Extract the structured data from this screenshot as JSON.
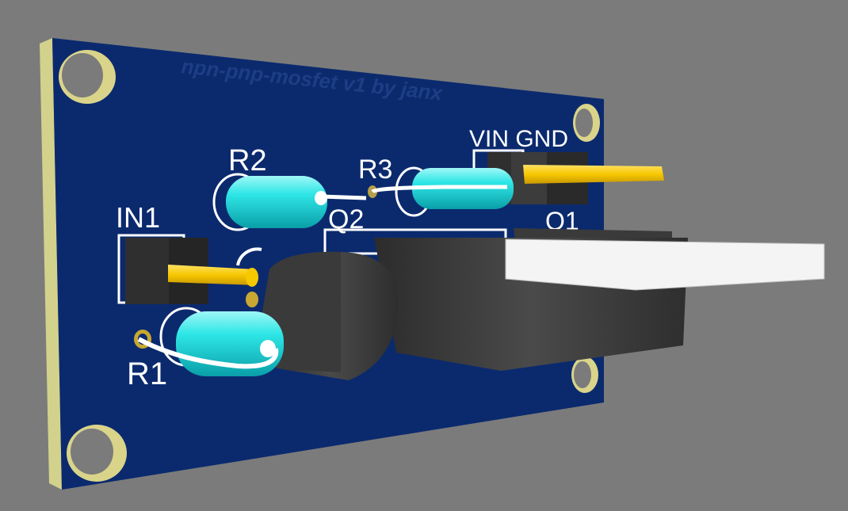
{
  "board": {
    "title": "npn-pnp-mosfet v1 by janx",
    "colors": {
      "background": "#7b7b7b",
      "pcb": "#0b2a6e",
      "pcb_edge": "#d4d38a",
      "silk": "#ffffff",
      "resistor": "#22e3e3",
      "pin_gold": "#f6c800",
      "component_dark": "#3a3a3a",
      "heatsink_tab": "#f4f4f4"
    }
  },
  "labels": {
    "r2": "R2",
    "r3": "R3",
    "vin_gnd": "VIN GND",
    "in1": "IN1",
    "q2": "Q2",
    "q1": "Q1",
    "r1": "R1"
  }
}
